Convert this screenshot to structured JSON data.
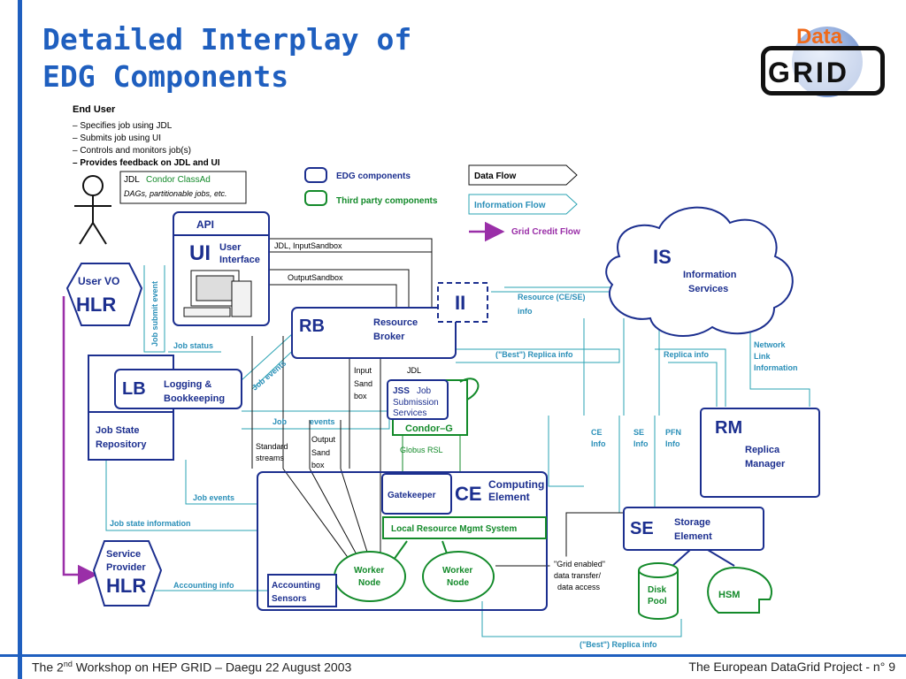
{
  "title": {
    "line1": "Detailed Interplay of",
    "line2": "EDG Components"
  },
  "logo": {
    "data": "Data",
    "grid": "GRID"
  },
  "footer": {
    "left_pre": "The 2",
    "left_sup": "nd",
    "left_post": " Workshop on HEP GRID – Daegu 22 August 2003",
    "right": "The European DataGrid Project - n° 9"
  },
  "end_user": {
    "heading": "End User",
    "items": [
      "– Specifies job using JDL",
      "– Submits job using UI",
      "– Controls and monitors job(s)",
      "– Provides feedback on JDL and UI"
    ]
  },
  "jdl_box": {
    "jdl": "JDL",
    "condor": "Condor ClassAd",
    "dags": "DAGs, partitionable jobs, etc."
  },
  "legend": {
    "edg": "EDG components",
    "third": "Third party components",
    "data_flow": "Data Flow",
    "info_flow": "Information Flow",
    "credit_flow": "Grid Credit Flow"
  },
  "ui": {
    "api": "API",
    "big": "UI",
    "name1": "User",
    "name2": "Interface"
  },
  "user_vo": {
    "label": "User VO",
    "big": "HLR"
  },
  "rb": {
    "big": "RB",
    "name1": "Resource",
    "name2": "Broker"
  },
  "ii": {
    "big": "II"
  },
  "is": {
    "big": "IS",
    "name1": "Information",
    "name2": "Services"
  },
  "lb": {
    "big": "LB",
    "name1": "Logging &",
    "name2": "Bookkeeping"
  },
  "jsr": {
    "name1": "Job State",
    "name2": "Repository"
  },
  "jss": {
    "bold": "JSS",
    "name1": "Job",
    "name2": "Submission",
    "name3": "Services"
  },
  "condorg": {
    "label": "Condor–G"
  },
  "ce": {
    "gatekeeper": "Gatekeeper",
    "big": "CE",
    "name1": "Computing",
    "name2": "Element",
    "lrms": "Local Resource Mgmt System"
  },
  "worker": {
    "line1": "Worker",
    "line2": "Node"
  },
  "acct": {
    "line1": "Accounting",
    "line2": "Sensors"
  },
  "service_provider": {
    "line1": "Service",
    "line2": "Provider",
    "big": "HLR"
  },
  "rm": {
    "big": "RM",
    "name1": "Replica",
    "name2": "Manager"
  },
  "se": {
    "big": "SE",
    "name1": "Storage",
    "name2": "Element"
  },
  "disk_pool": {
    "line1": "Disk",
    "line2": "Pool"
  },
  "hsm": {
    "label": "HSM"
  },
  "grid_data": {
    "line1": "\"Grid enabled\"",
    "line2": "data transfer/",
    "line3": "data access"
  },
  "flows": {
    "jdl_input_sandbox": "JDL, InputSandbox",
    "output_sandbox": "OutputSandbox",
    "resource_info1": "Resource (CE/SE)",
    "resource_info2": "info",
    "best_replica": "(\"Best\") Replica info",
    "replica_info": "Replica info",
    "net1": "Network",
    "net2": "Link",
    "net3": "Information",
    "job_submit_event": "Job submit event",
    "job_status": "Job status",
    "job_events_diag": "Job events",
    "input": "Input",
    "sand": "Sand",
    "box": "box",
    "jdl": "JDL",
    "job": "Job",
    "events": "events",
    "output": "Output",
    "standard": "Standard",
    "streams": "streams",
    "globus": "Globus RSL",
    "ce_info1": "CE",
    "se_info1": "SE",
    "pfn": "PFN",
    "info": "Info",
    "job_events": "Job events",
    "job_state_info": "Job state information",
    "accounting_info": "Accounting info",
    "best_replica_bottom": "(\"Best\") Replica info"
  }
}
